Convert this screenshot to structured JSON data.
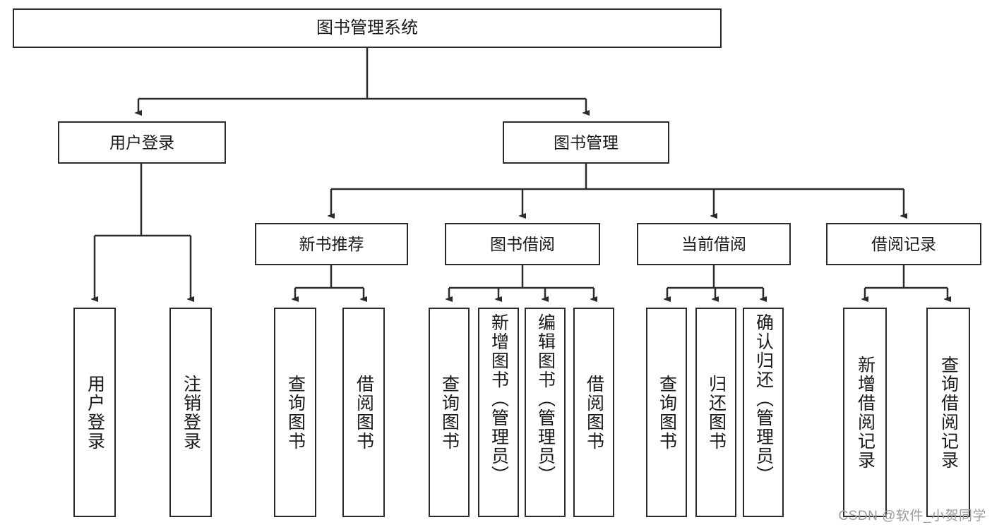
{
  "diagram": {
    "title": "图书管理系统",
    "type": "tree-hierarchy-chart",
    "watermark": "CSDN @软件_小贺同学",
    "colors": {
      "stroke": "#2b2b2b",
      "fill": "#ffffff",
      "text": "#1a1a1a",
      "watermark": "#9a9a9a"
    },
    "nodes": {
      "root": {
        "label": "图书管理系统"
      },
      "level1": [
        {
          "id": "user-login",
          "label": "用户登录"
        },
        {
          "id": "book-manage",
          "label": "图书管理"
        }
      ],
      "level2": [
        {
          "id": "new-book-recommend",
          "label": "新书推荐"
        },
        {
          "id": "book-borrow",
          "label": "图书借阅"
        },
        {
          "id": "current-borrow",
          "label": "当前借阅"
        },
        {
          "id": "borrow-record",
          "label": "借阅记录"
        }
      ],
      "leaves": {
        "user_login": [
          {
            "id": "leaf-user-login",
            "label": "用户登录"
          },
          {
            "id": "leaf-logout-login",
            "label": "注销登录"
          }
        ],
        "new_book_recommend": [
          {
            "id": "leaf-query-book-1",
            "label": "查询图书"
          },
          {
            "id": "leaf-borrow-book-1",
            "label": "借阅图书"
          }
        ],
        "book_borrow": [
          {
            "id": "leaf-query-book-2",
            "label": "查询图书"
          },
          {
            "id": "leaf-add-book",
            "label": "新增图书（管理员）"
          },
          {
            "id": "leaf-edit-book",
            "label": "编辑图书（管理员）"
          },
          {
            "id": "leaf-borrow-book-2",
            "label": "借阅图书"
          }
        ],
        "current_borrow": [
          {
            "id": "leaf-query-book-3",
            "label": "查询图书"
          },
          {
            "id": "leaf-return-book",
            "label": "归还图书"
          },
          {
            "id": "leaf-confirm-return",
            "label": "确认归还（管理员）"
          }
        ],
        "borrow_record": [
          {
            "id": "leaf-add-borrow-record",
            "label": "新增借阅记录"
          },
          {
            "id": "leaf-query-borrow-record",
            "label": "查询借阅记录"
          }
        ]
      }
    }
  }
}
